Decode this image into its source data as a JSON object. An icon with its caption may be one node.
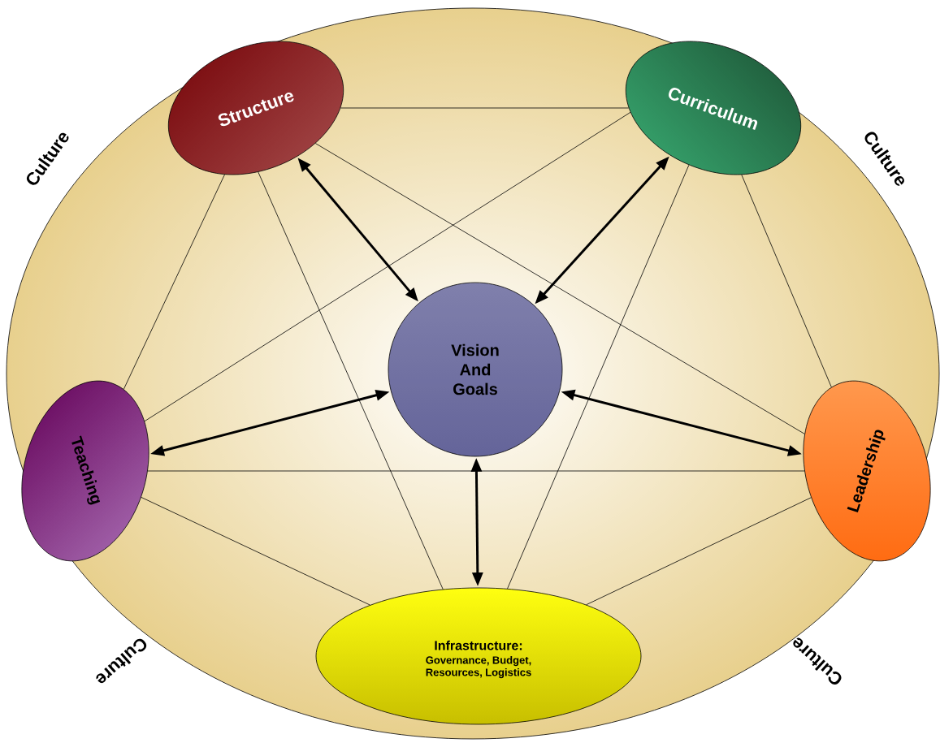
{
  "diagram": {
    "nodes": [
      {
        "text": [
          "Culture",
          "Culture",
          "Culture",
          "Culture"
        ]
      },
      {
        "text": [
          "Structure"
        ],
        "in": 0
      },
      {
        "text": [
          "Curriculum"
        ],
        "in": 0
      },
      {
        "text": [
          "Vision And Goals"
        ],
        "in": 0
      },
      {
        "text": [
          "Teaching"
        ],
        "in": 0
      },
      {
        "text": [
          "Leadership"
        ],
        "in": 0
      },
      {
        "text": [
          "Infrastructure:",
          "Governance, Budget, Resources, Logistics"
        ],
        "in": 0
      }
    ],
    "edges": [
      {
        "from": 3,
        "to": 1,
        "arrow": "both",
        "style": "thick"
      },
      {
        "from": 3,
        "to": 2,
        "arrow": "both",
        "style": "thick"
      },
      {
        "from": 3,
        "to": 4,
        "arrow": "both",
        "style": "thick"
      },
      {
        "from": 3,
        "to": 5,
        "arrow": "both",
        "style": "thick"
      },
      {
        "from": 3,
        "to": 6,
        "arrow": "both",
        "style": "thick"
      },
      {
        "from": 1,
        "to": 2,
        "arrow": "none"
      },
      {
        "from": 2,
        "to": 5,
        "arrow": "none"
      },
      {
        "from": 5,
        "to": 6,
        "arrow": "none"
      },
      {
        "from": 6,
        "to": 4,
        "arrow": "none"
      },
      {
        "from": 4,
        "to": 1,
        "arrow": "none"
      },
      {
        "from": 1,
        "to": 5,
        "arrow": "none"
      },
      {
        "from": 1,
        "to": 6,
        "arrow": "none"
      },
      {
        "from": 2,
        "to": 4,
        "arrow": "none"
      },
      {
        "from": 2,
        "to": 6,
        "arrow": "none"
      },
      {
        "from": 4,
        "to": 5,
        "arrow": "none"
      }
    ]
  }
}
